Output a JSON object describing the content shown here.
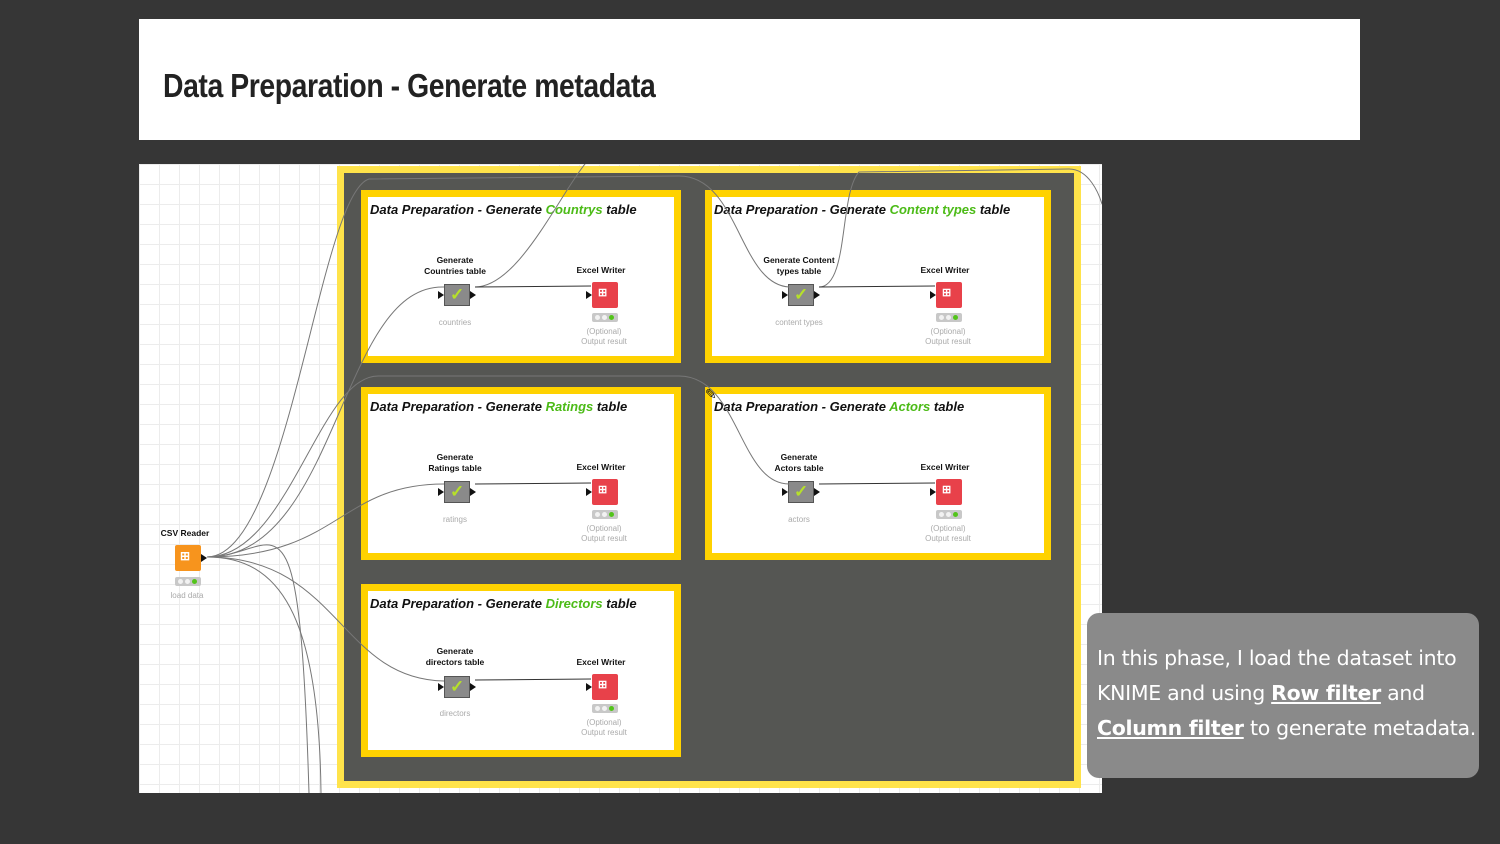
{
  "slide": {
    "title": "Data Preparation - Generate metadata"
  },
  "workflow": {
    "csv_reader": {
      "label": "CSV Reader",
      "sub": "load data"
    },
    "components": [
      {
        "title_prefix": "Data Preparation - Generate ",
        "title_highlight": "Countrys",
        "title_suffix": " table",
        "gen_label_1": "Generate",
        "gen_label_2": "Countries table",
        "gen_sub": "countries",
        "writer_label": "Excel Writer",
        "writer_sub_1": "(Optional)",
        "writer_sub_2": "Output result"
      },
      {
        "title_prefix": "Data Preparation - Generate ",
        "title_highlight": "Content types",
        "title_suffix": " table",
        "gen_label_1": "Generate Content",
        "gen_label_2": "types table",
        "gen_sub": "content types",
        "writer_label": "Excel Writer",
        "writer_sub_1": "(Optional)",
        "writer_sub_2": "Output result"
      },
      {
        "title_prefix": "Data Preparation - Generate ",
        "title_highlight": "Ratings",
        "title_suffix": " table",
        "gen_label_1": "Generate",
        "gen_label_2": "Ratings table",
        "gen_sub": "ratings",
        "writer_label": "Excel Writer",
        "writer_sub_1": "(Optional)",
        "writer_sub_2": "Output result"
      },
      {
        "title_prefix": "Data Preparation - Generate ",
        "title_highlight": "Actors",
        "title_suffix": " table",
        "gen_label_1": "Generate",
        "gen_label_2": "Actors table",
        "gen_sub": "actors",
        "writer_label": "Excel Writer",
        "writer_sub_1": "(Optional)",
        "writer_sub_2": "Output result"
      },
      {
        "title_prefix": "Data Preparation - Generate ",
        "title_highlight": "Directors",
        "title_suffix": " table",
        "gen_label_1": "Generate",
        "gen_label_2": "directors table",
        "gen_sub": "directors",
        "writer_label": "Excel Writer",
        "writer_sub_1": "(Optional)",
        "writer_sub_2": "Output result"
      }
    ]
  },
  "note": {
    "text_1": "In this phase, I load the dataset into KNIME and using ",
    "link_1": "Row filter",
    "text_2": " and ",
    "link_2": "Column filter",
    "text_3": " to generate metadata."
  },
  "colors": {
    "background": "#363636",
    "highlight": "#4cbb17",
    "component_border": "#ffd200",
    "metanode_bg": "#555653",
    "writer_node": "#e8414a",
    "reader_node": "#f7941d"
  }
}
